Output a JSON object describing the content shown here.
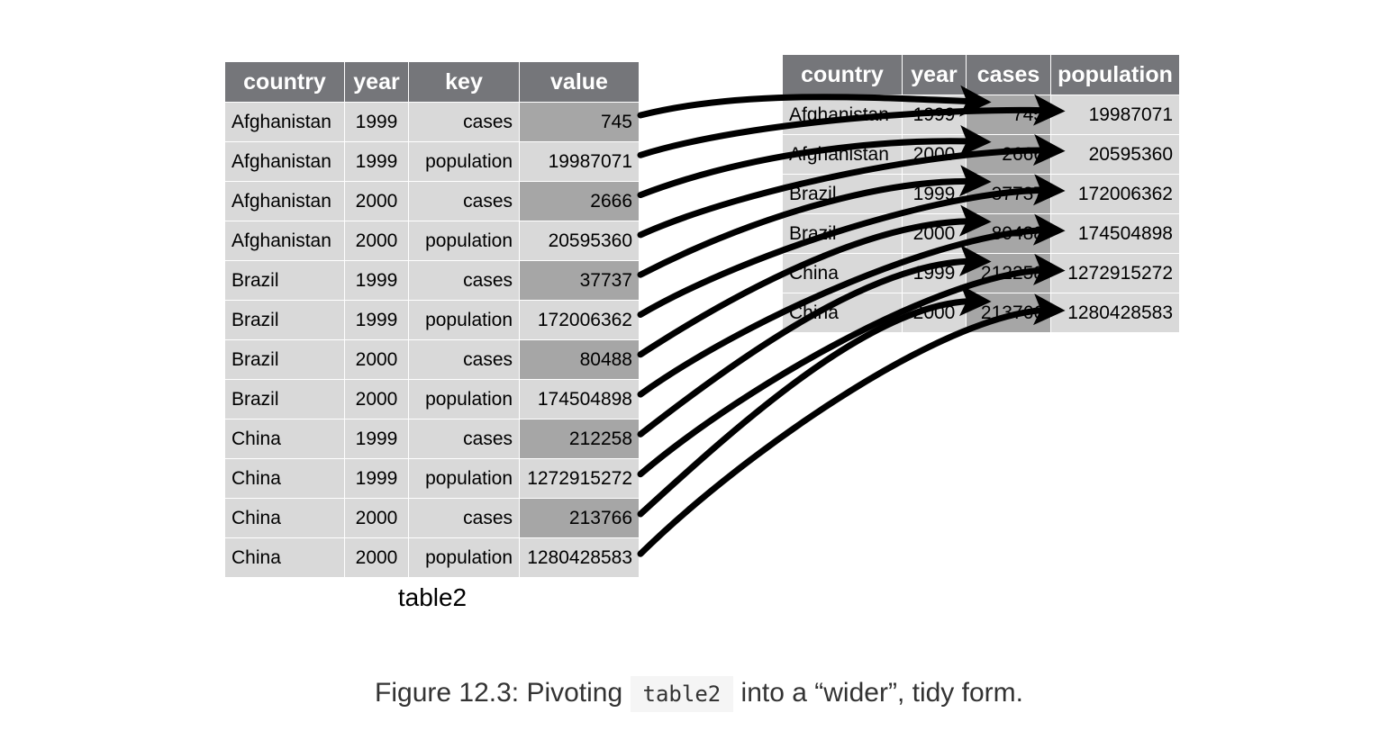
{
  "left_table": {
    "columns": [
      "country",
      "year",
      "key",
      "value"
    ],
    "rows": [
      [
        "Afghanistan",
        "1999",
        "cases",
        "745"
      ],
      [
        "Afghanistan",
        "1999",
        "population",
        "19987071"
      ],
      [
        "Afghanistan",
        "2000",
        "cases",
        "2666"
      ],
      [
        "Afghanistan",
        "2000",
        "population",
        "20595360"
      ],
      [
        "Brazil",
        "1999",
        "cases",
        "37737"
      ],
      [
        "Brazil",
        "1999",
        "population",
        "172006362"
      ],
      [
        "Brazil",
        "2000",
        "cases",
        "80488"
      ],
      [
        "Brazil",
        "2000",
        "population",
        "174504898"
      ],
      [
        "China",
        "1999",
        "cases",
        "212258"
      ],
      [
        "China",
        "1999",
        "population",
        "1272915272"
      ],
      [
        "China",
        "2000",
        "cases",
        "213766"
      ],
      [
        "China",
        "2000",
        "population",
        "1280428583"
      ]
    ],
    "label": "table2"
  },
  "right_table": {
    "columns": [
      "country",
      "year",
      "cases",
      "population"
    ],
    "rows": [
      [
        "Afghanistan",
        "1999",
        "745",
        "19987071"
      ],
      [
        "Afghanistan",
        "2000",
        "2666",
        "20595360"
      ],
      [
        "Brazil",
        "1999",
        "37737",
        "172006362"
      ],
      [
        "Brazil",
        "2000",
        "80488",
        "174504898"
      ],
      [
        "China",
        "1999",
        "212258",
        "1272915272"
      ],
      [
        "China",
        "2000",
        "213766",
        "1280428583"
      ]
    ]
  },
  "colors": {
    "header_bg": "#75767a",
    "cell_bg": "#d9d9d9",
    "highlight_bg": "#a6a6a6",
    "arrow": "#000000"
  },
  "caption": {
    "prefix": "Figure 12.3: Pivoting ",
    "code": "table2",
    "suffix": " into a “wider”, tidy form."
  }
}
